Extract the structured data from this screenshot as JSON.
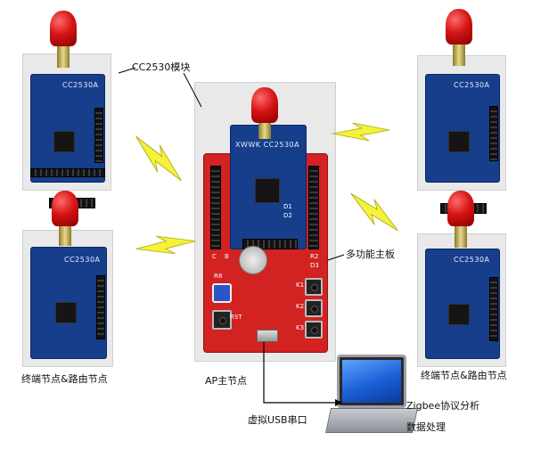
{
  "labels": {
    "module": "CC2530模块",
    "multi_board": "多功能主板",
    "end_node_left": "终端节点&路由节点",
    "end_node_right": "终端节点&路由节点",
    "ap_node": "AP主节点",
    "virtual_usb": "虚拟USB串口",
    "zigbee_analysis": "Zigbee协议分析",
    "data_processing": "数据处理"
  },
  "board_text": {
    "module_silk": "XWWK CC2530A",
    "mini_silk_a": "CC2530A",
    "mini_silk_b": "CC2530A",
    "mini_silk_c": "CC2530A",
    "mini_silk_d": "CC2530A",
    "r8": "R8",
    "rst": "RST",
    "k1": "K1",
    "k2": "K2",
    "k3": "K3",
    "d1": "D1",
    "d2": "D2",
    "r2": "R2",
    "d3": "D3",
    "c": "C",
    "b": "B"
  },
  "colors": {
    "pcb_blue": "#163e8a",
    "pcb_red": "#d22222",
    "bolt": "#f4f23a",
    "bolt_edge": "#b8b020",
    "line": "#000000"
  },
  "icons": {
    "bolt": "lightning-bolt-icon",
    "laptop": "laptop-icon",
    "antenna": "antenna-icon"
  }
}
